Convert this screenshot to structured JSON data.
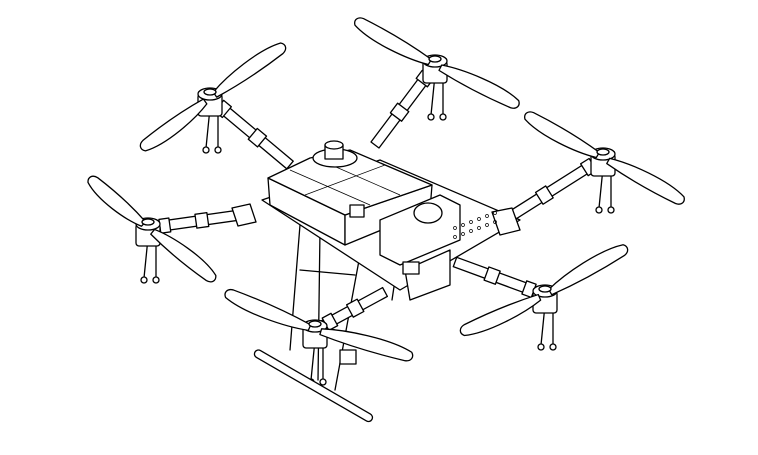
{
  "figure": {
    "subject": "agricultural-hexacopter-drone",
    "style": "line-drawing",
    "rotor_count": 6
  },
  "colors": {
    "line": "#000000",
    "background": "#ffffff"
  }
}
